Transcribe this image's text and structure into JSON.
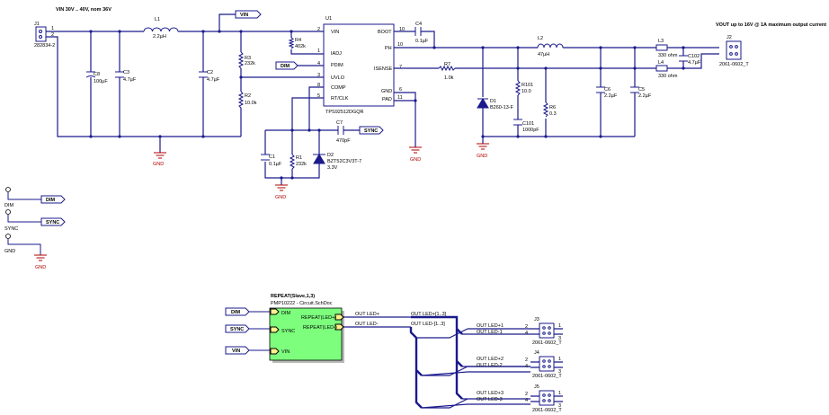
{
  "notes": {
    "vin_range": "VIN 30V .. 40V, nom 36V",
    "vout_note": "VOUT up to 16V @ 1A maximum output current"
  },
  "ic": {
    "ref": "U1",
    "part": "TPS92512DGQR",
    "pins_left": [
      {
        "num": "2",
        "name": "VIN"
      },
      {
        "num": "1",
        "name": "IADJ"
      },
      {
        "num": "4",
        "name": "PDIM"
      },
      {
        "num": "3",
        "name": "UVLO"
      },
      {
        "num": "8",
        "name": "COMP"
      },
      {
        "num": "5",
        "name": "RT/CLK"
      }
    ],
    "pins_right": [
      {
        "num": "10",
        "name": "BOOT"
      },
      {
        "num": "10",
        "name": "PH"
      },
      {
        "num": "7",
        "name": "ISENSE"
      },
      {
        "num": "6",
        "name": "GND"
      },
      {
        "num": "11",
        "name": "PAD"
      }
    ]
  },
  "components": {
    "J1": {
      "ref": "J1",
      "value": "282834-2",
      "pin1": "1",
      "pin2": "2"
    },
    "C8": {
      "ref": "C8",
      "value": "100µF"
    },
    "C3": {
      "ref": "C3",
      "value": "4.7µF"
    },
    "L1": {
      "ref": "L1",
      "value": "2.2µH"
    },
    "C2": {
      "ref": "C2",
      "value": "4.7µF"
    },
    "R3": {
      "ref": "R3",
      "value": "232k"
    },
    "R2": {
      "ref": "R2",
      "value": "10.0k"
    },
    "R4": {
      "ref": "R4",
      "value": "402k"
    },
    "C1": {
      "ref": "C1",
      "value": "0.1µF"
    },
    "R1": {
      "ref": "R1",
      "value": "232k"
    },
    "C7": {
      "ref": "C7",
      "value": "470pF"
    },
    "D2": {
      "ref": "D2",
      "value": "BZT52C3V3T-7",
      "extra": "3.3V"
    },
    "C4": {
      "ref": "C4",
      "value": "0.1µF"
    },
    "R7": {
      "ref": "R7",
      "value": "1.0k"
    },
    "D1": {
      "ref": "D1",
      "value": "B260-13-F"
    },
    "R101": {
      "ref": "R101",
      "value": "10.0"
    },
    "C101": {
      "ref": "C101",
      "value": "1000pF"
    },
    "R6": {
      "ref": "R6",
      "value": "0.3"
    },
    "L2": {
      "ref": "L2",
      "value": "47µH"
    },
    "C6": {
      "ref": "C6",
      "value": "2.2µF"
    },
    "C5": {
      "ref": "C5",
      "value": "2.2µF"
    },
    "L3": {
      "ref": "L3",
      "value": "330 ohm"
    },
    "L4": {
      "ref": "L4",
      "value": "330 ohm"
    },
    "C102": {
      "ref": "C102",
      "value": "4.7µF"
    },
    "J2": {
      "ref": "J2",
      "value": "2061-0602_T"
    }
  },
  "net_labels": {
    "vin": "VIN",
    "dim": "DIM",
    "sync": "SYNC",
    "gnd": "GND"
  },
  "ports_left": [
    {
      "label": "DIM",
      "name": "DIM"
    },
    {
      "label": "SYNC",
      "name": "SYNC"
    },
    {
      "label": "GND",
      "name": "GND"
    }
  ],
  "sheet": {
    "repeat": "REPEAT(Slave,1,3)",
    "file": "PMP10222 - Circuit.SchDoc",
    "entries_left": [
      "DIM",
      "SYNC",
      "VIN"
    ],
    "entries_right": [
      "REPEAT(LED+)",
      "REPEAT(LED-)"
    ],
    "out_plus": "OUT LED+",
    "out_minus": "OUT LED-",
    "bus_plus": "OUT LED+[1..3]",
    "bus_minus": "OUT LED-[1..3]"
  },
  "outputs": [
    {
      "ref": "J3",
      "part": "2061-0602_T",
      "plus": "OUT LED+1",
      "minus": "OUT LED-1",
      "p2": "2",
      "p4": "4",
      "p1": "1",
      "p3": "3"
    },
    {
      "ref": "J4",
      "part": "2061-0602_T",
      "plus": "OUT LED+2",
      "minus": "OUT LED-2",
      "p2": "2",
      "p4": "4",
      "p1": "1",
      "p3": "3"
    },
    {
      "ref": "J5",
      "part": "2061-0602_T",
      "plus": "OUT LED+3",
      "minus": "OUT LED-3",
      "p2": "2",
      "p4": "4",
      "p1": "1",
      "p3": "3"
    }
  ],
  "colors": {
    "wire": "#1a1a8c",
    "ground": "#b00000",
    "sheet_fill": "#7dff7d",
    "ic_fill": "#ffffff"
  }
}
